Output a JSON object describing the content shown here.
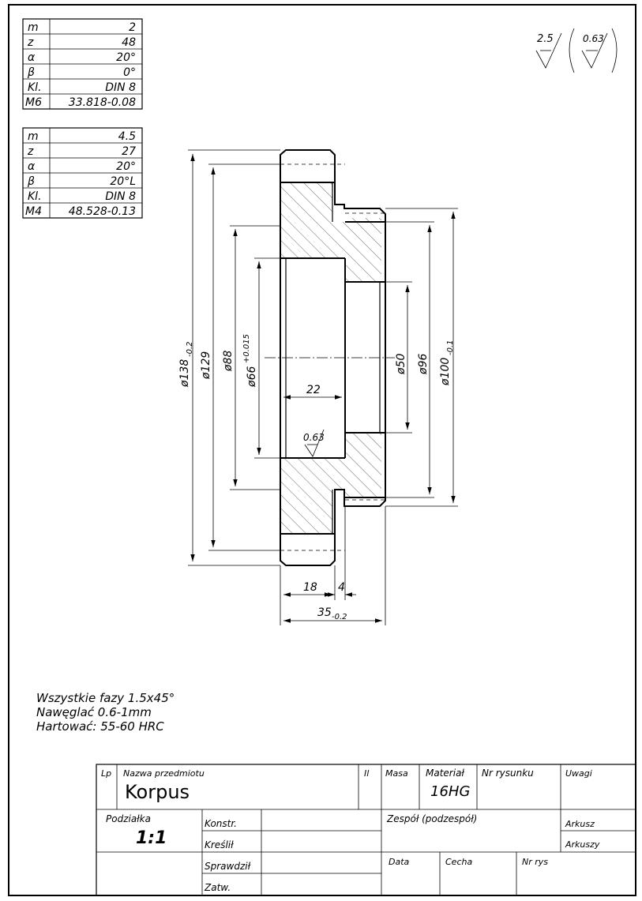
{
  "gear_table_1": [
    {
      "sym": "m",
      "val": "2"
    },
    {
      "sym": "z",
      "val": "48"
    },
    {
      "sym": "α",
      "val": "20°"
    },
    {
      "sym": "β",
      "val": "0°"
    },
    {
      "sym": "Kl.",
      "val": "DIN 8"
    },
    {
      "sym": "M6",
      "val": "33.818-0.08"
    }
  ],
  "gear_table_2": [
    {
      "sym": "m",
      "val": "4.5"
    },
    {
      "sym": "z",
      "val": "27"
    },
    {
      "sym": "α",
      "val": "20°"
    },
    {
      "sym": "β",
      "val": "20°L"
    },
    {
      "sym": "Kl.",
      "val": "DIN 8"
    },
    {
      "sym": "M4",
      "val": "48.528-0.13"
    }
  ],
  "roughness": {
    "general": "2.5",
    "other": "0.63",
    "bore": "0.63"
  },
  "dimensions": {
    "d138": "ø138",
    "d138_tol": "-0.2",
    "d129": "ø129",
    "d88": "ø88",
    "d66": "ø66",
    "d66_tol": "+0.015",
    "d50": "ø50",
    "d96": "ø96",
    "d100": "ø100",
    "d100_tol": "-0.1",
    "w22": "22",
    "w18": "18",
    "w4": "4",
    "w35": "35",
    "w35_tol": "-0.2"
  },
  "notes": [
    "Wszystkie fazy 1.5x45°",
    "Nawęglać 0.6-1mm",
    "Hartować: 55-60 HRC"
  ],
  "title_block": {
    "lp": "Lp",
    "nazwa_label": "Nazwa przedmiotu",
    "part_name": "Korpus",
    "il": "Il",
    "masa": "Masa",
    "material_label": "Materiał",
    "material": "16HG",
    "nr_rysunku": "Nr rysunku",
    "uwagi": "Uwagi",
    "podzialka_label": "Podziałka",
    "scale": "1:1",
    "konstr": "Konstr.",
    "kreslil": "Kreślił",
    "sprawdzil": "Sprawdził",
    "zatw": "Zatw.",
    "zespol": "Zespół (podzespół)",
    "arkusz": "Arkusz",
    "arkuszy": "Arkuszy",
    "data": "Data",
    "cecha": "Cecha",
    "nr_rys": "Nr rys"
  }
}
